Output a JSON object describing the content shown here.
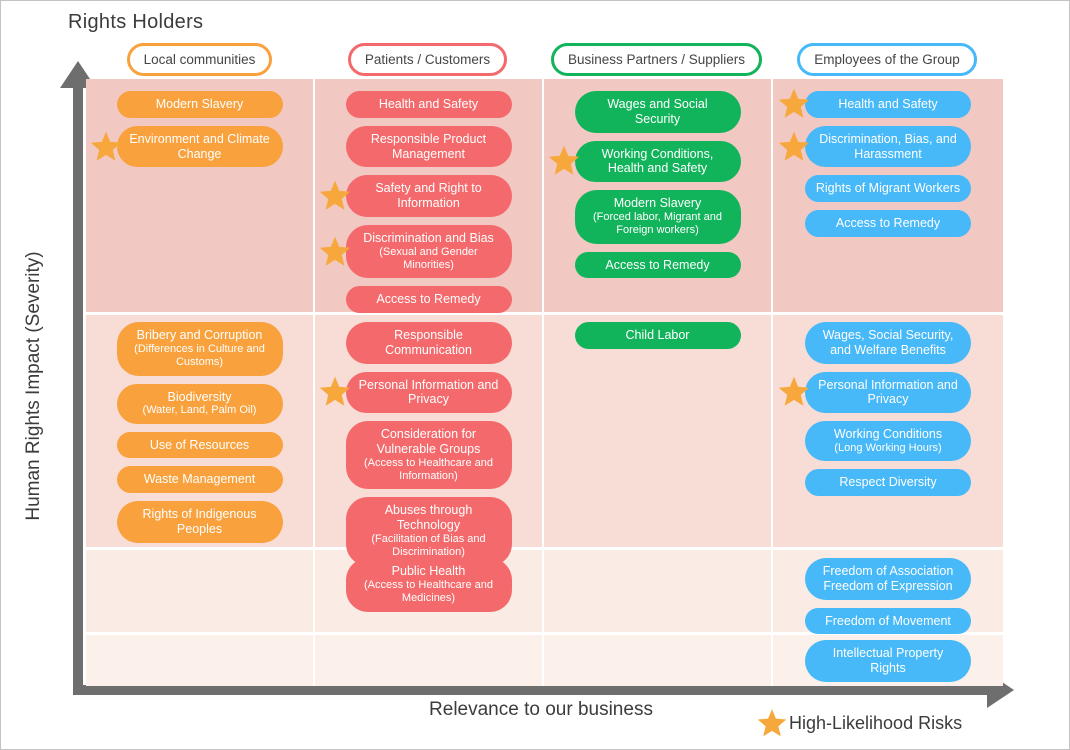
{
  "title": "Rights Holders",
  "axes": {
    "y_label": "Human Rights Impact (Severity)",
    "x_label": "Relevance to our business"
  },
  "legend": {
    "icon": "star-icon",
    "label": "High-Likelihood Risks"
  },
  "colors": {
    "band_rows": [
      "#F2C8C2",
      "#F8DCD6",
      "#FBEBE5",
      "#FCF0EB"
    ],
    "axis": "#6E6E6E",
    "star": "#F7A83C",
    "pill_text": "#FFFFFF",
    "header_text": "#454545"
  },
  "columns": [
    {
      "id": "local-communities",
      "header": "Local communities",
      "color": "#F9A13C",
      "bands": [
        [
          {
            "text": "Modern Slavery"
          },
          {
            "text": "Environment and Climate Change",
            "starred": true
          }
        ],
        [
          {
            "text": "Bribery and Corruption",
            "sub": "(Differences in Culture and Customs)"
          },
          {
            "text": "Biodiversity",
            "sub": "(Water, Land, Palm Oil)"
          },
          {
            "text": "Use of Resources"
          },
          {
            "text": "Waste Management"
          },
          {
            "text": "Rights of Indigenous Peoples"
          }
        ],
        [],
        []
      ]
    },
    {
      "id": "patients-customers",
      "header": "Patients / Customers",
      "color": "#F4696B",
      "bands": [
        [
          {
            "text": "Health and Safety"
          },
          {
            "text": "Responsible Product Management"
          },
          {
            "text": "Safety and Right to Information",
            "starred": true
          },
          {
            "text": "Discrimination and Bias",
            "sub": "(Sexual and Gender Minorities)",
            "starred": true
          },
          {
            "text": "Access to Remedy"
          }
        ],
        [
          {
            "text": "Responsible Communication"
          },
          {
            "text": "Personal Information and Privacy",
            "starred": true
          },
          {
            "text": "Consideration for Vulnerable Groups",
            "sub": "(Access to Healthcare and Information)"
          },
          {
            "text": "Abuses through Technology",
            "sub": "(Facilitation of Bias and Discrimination)"
          }
        ],
        [
          {
            "text": "Public Health",
            "sub": "(Access to Healthcare and Medicines)"
          }
        ],
        []
      ]
    },
    {
      "id": "business-partners-suppliers",
      "header": "Business Partners / Suppliers",
      "color": "#12B45B",
      "bands": [
        [
          {
            "text": "Wages and Social Security"
          },
          {
            "text": "Working Conditions, Health and Safety",
            "starred": true
          },
          {
            "text": "Modern Slavery",
            "sub": "(Forced labor, Migrant and Foreign workers)"
          },
          {
            "text": "Access to Remedy"
          }
        ],
        [
          {
            "text": "Child Labor"
          }
        ],
        [],
        []
      ]
    },
    {
      "id": "employees-of-the-group",
      "header": "Employees of the Group",
      "color": "#47B9F8",
      "bands": [
        [
          {
            "text": "Health and Safety",
            "starred": true
          },
          {
            "text": "Discrimination, Bias, and Harassment",
            "starred": true
          },
          {
            "text": "Rights of Migrant Workers"
          },
          {
            "text": "Access to Remedy"
          }
        ],
        [
          {
            "text": "Wages, Social Security, and Welfare Benefits"
          },
          {
            "text": "Personal Information and Privacy",
            "starred": true
          },
          {
            "text": "Working Conditions",
            "sub": "(Long Working Hours)"
          },
          {
            "text": "Respect Diversity"
          }
        ],
        [
          {
            "text": "Freedom of Association\nFreedom of Expression"
          },
          {
            "text": "Freedom of Movement"
          }
        ],
        [
          {
            "text": "Intellectual Property Rights"
          }
        ]
      ]
    }
  ]
}
